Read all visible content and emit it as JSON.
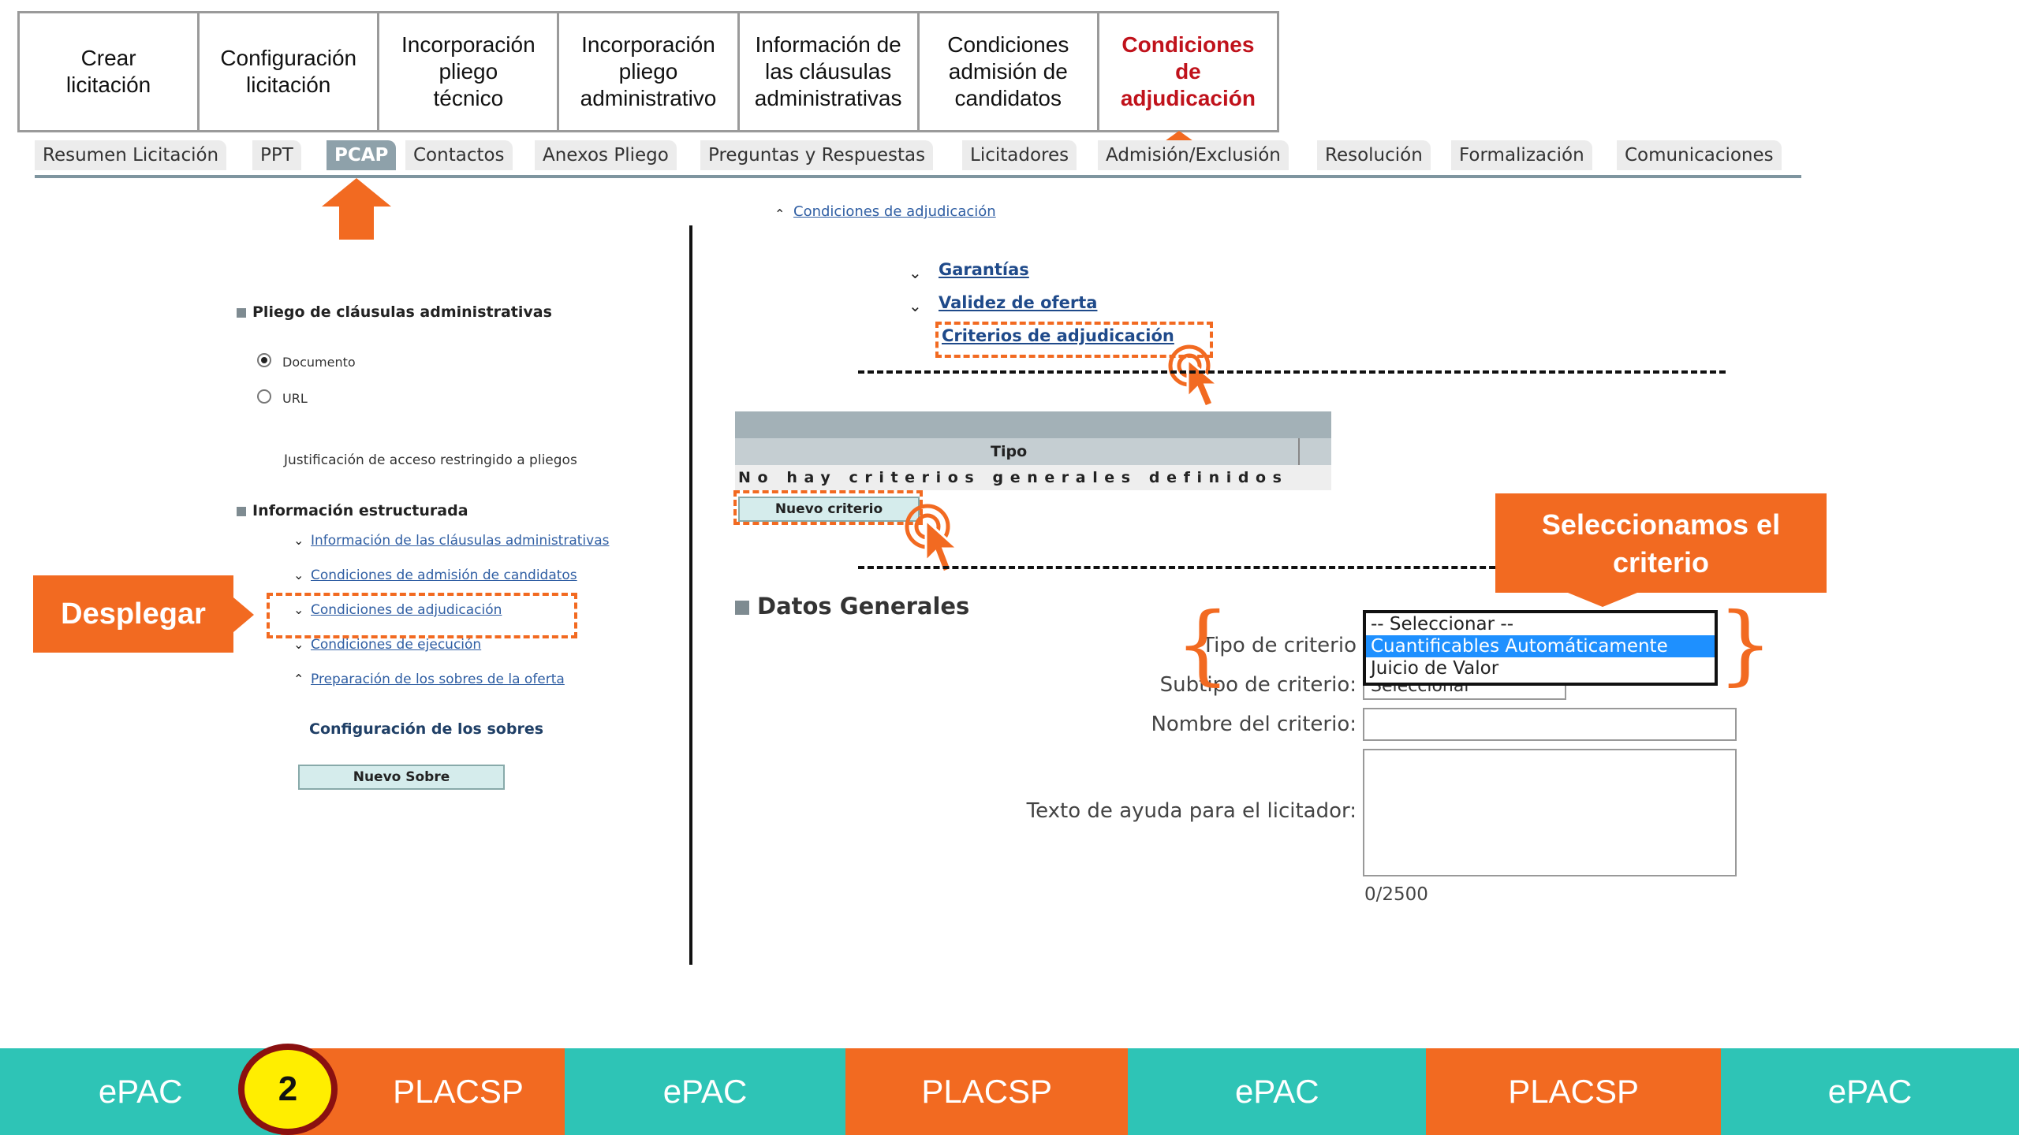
{
  "steps": [
    {
      "label": "Crear\nlicitación",
      "active": false
    },
    {
      "label": "Configuración\nlicitación",
      "active": false
    },
    {
      "label": "Incorporación\npliego\ntécnico",
      "active": false
    },
    {
      "label": "Incorporación\npliego\nadministrativo",
      "active": false
    },
    {
      "label": "Información de\nlas cláusulas\nadministrativas",
      "active": false
    },
    {
      "label": "Condiciones\nadmisión de\ncandidatos",
      "active": false
    },
    {
      "label": "Condiciones\nde\nadjudicación",
      "active": true
    }
  ],
  "tabs": [
    "Resumen Licitación",
    "PPT",
    "PCAP",
    "Contactos",
    "Anexos Pliego",
    "Preguntas y Respuestas",
    "Licitadores",
    "Admisión/Exclusión",
    "Resolución",
    "Formalización",
    "Comunicaciones"
  ],
  "active_tab": "PCAP",
  "left": {
    "pliego_title": "Pliego de cláusulas administrativas",
    "radio_documento": "Documento",
    "radio_url": "URL",
    "justificacion": "Justificación de acceso restringido a pliegos",
    "info_title": "Información estructurada",
    "links": [
      "Información de las cláusulas administrativas",
      "Condiciones de admisión de candidatos",
      "Condiciones de adjudicación",
      "Condiciones de ejecución",
      "Preparación de los sobres de la oferta"
    ],
    "config_sobres": "Configuración de los sobres",
    "nuevo_sobre": "Nuevo Sobre"
  },
  "callouts": {
    "desplegar": "Desplegar",
    "seleccionamos": "Seleccionamos el criterio"
  },
  "right": {
    "breadcrumb": "Condiciones de adjudicación",
    "garantias": "Garantías",
    "validez": "Validez de oferta",
    "criterios": "Criterios de adjudicación",
    "table_header": "Tipo",
    "no_criterios": "No hay criterios generales definidos",
    "nuevo_criterio": "Nuevo criterio",
    "datos_generales": "Datos Generales",
    "tipo_label": "Tipo de criterio",
    "subtipo_label": "Subtipo de criterio:",
    "subtipo_value": "Seleccionar",
    "nombre_label": "Nombre del criterio:",
    "ayuda_label": "Texto de ayuda para el licitador:",
    "counter": "0/2500",
    "dropdown_options": [
      "-- Seleccionar --",
      "Cuantificables Automáticamente",
      "Juicio de Valor"
    ],
    "dropdown_selected": "Cuantificables Automáticamente"
  },
  "bottom_bar": [
    {
      "label": "ePAC",
      "color": "#2ec4b6"
    },
    {
      "label": "PLACSP",
      "color": "#f26a21"
    },
    {
      "label": "ePAC",
      "color": "#2ec4b6"
    },
    {
      "label": "PLACSP",
      "color": "#f26a21"
    },
    {
      "label": "ePAC",
      "color": "#2ec4b6"
    },
    {
      "label": "PLACSP",
      "color": "#f26a21"
    },
    {
      "label": "ePAC",
      "color": "#2ec4b6"
    }
  ],
  "step_number": "2",
  "colors": {
    "accent": "#f26a21",
    "teal": "#2ec4b6",
    "active_step": "#c0121b"
  }
}
